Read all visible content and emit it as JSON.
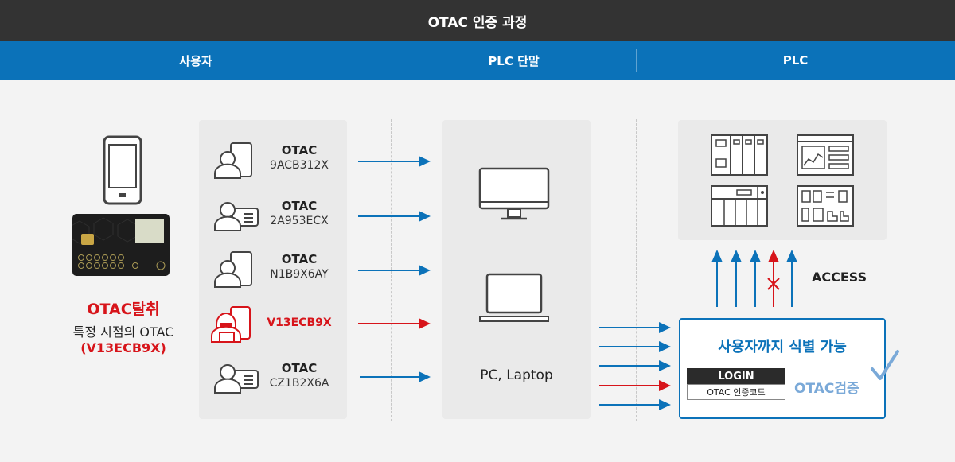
{
  "header": {
    "title": "OTAC 인증 과정"
  },
  "columns": [
    "사용자",
    "PLC 단말",
    "PLC"
  ],
  "user": {
    "attack_title": "OTAC탈취",
    "attack_line": "특정 시점의 OTAC",
    "attack_code": "(V13ECB9X)"
  },
  "otac_list": [
    {
      "title": "OTAC",
      "code": "9ACB312X",
      "device": "phone",
      "status": "normal"
    },
    {
      "title": "OTAC",
      "code": "2A953ECX",
      "device": "card",
      "status": "normal"
    },
    {
      "title": "OTAC",
      "code": "N1B9X6AY",
      "device": "phone",
      "status": "normal"
    },
    {
      "title": "",
      "code": "V13ECB9X",
      "device": "hacker",
      "status": "stolen"
    },
    {
      "title": "OTAC",
      "code": "CZ1B2X6A",
      "device": "card",
      "status": "normal"
    }
  ],
  "terminal": {
    "label": "PC, Laptop"
  },
  "plc": {
    "access_label": "ACCESS",
    "verify_title": "사용자까지 식별 가능",
    "login_label": "LOGIN",
    "login_sub": "OTAC 인증코드",
    "verify_label": "OTAC검증"
  },
  "colors": {
    "blue": "#0b72b9",
    "red": "#d7141a",
    "dark": "#333333"
  }
}
